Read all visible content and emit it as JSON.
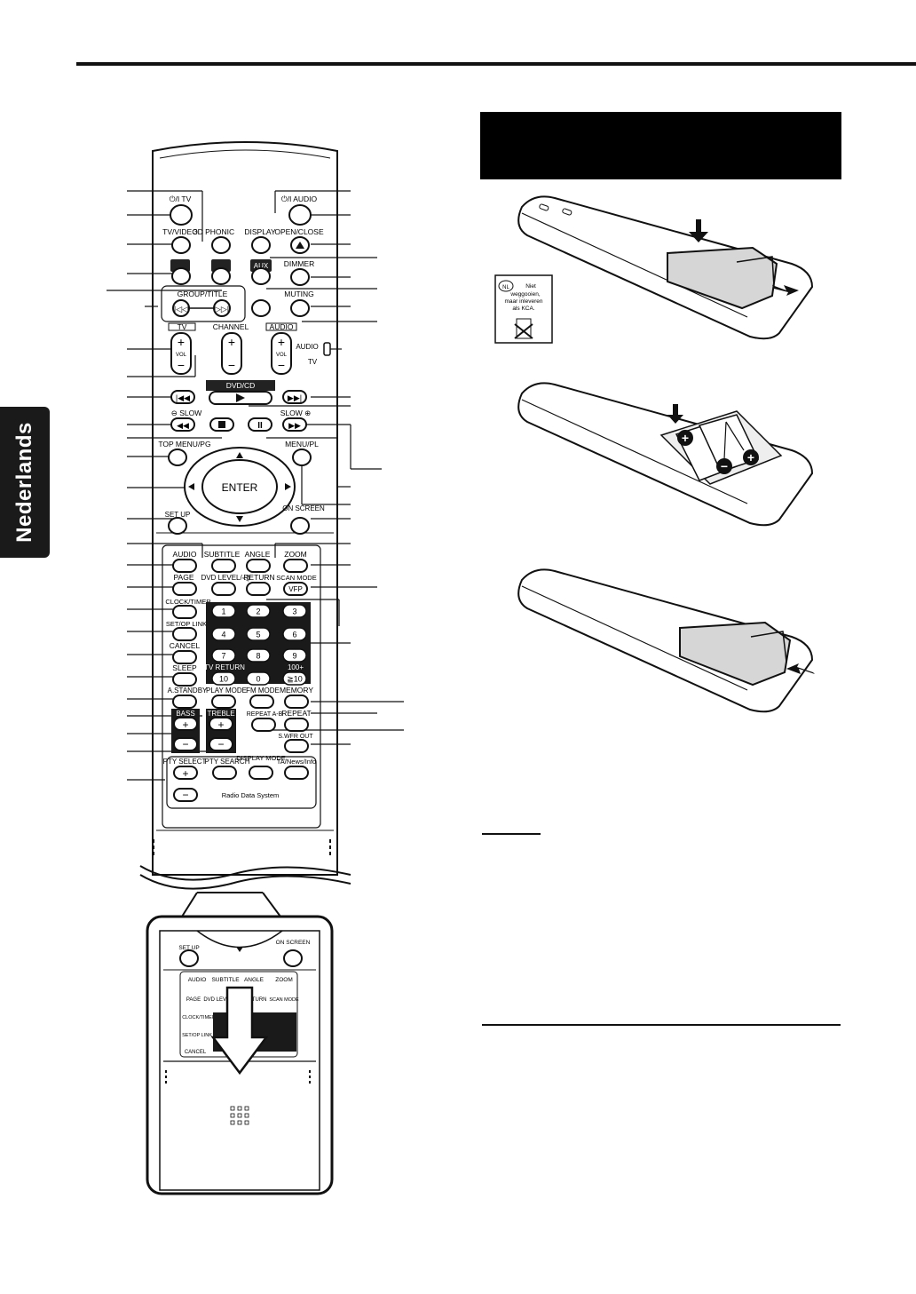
{
  "sidebar": {
    "language": "Nederlands"
  },
  "remote": {
    "row1": {
      "power_tv": "⏻/I TV",
      "power_audio": "⏻/I AUDIO"
    },
    "row2": {
      "tv_video": "TV/VIDEO",
      "phonic": "3D PHONIC",
      "display": "DISPLAY",
      "open_close": "OPEN/CLOSE"
    },
    "row3": {
      "aux": "AUX",
      "dimmer": "DIMMER"
    },
    "row4": {
      "group_title": "GROUP/TITLE",
      "muting": "MUTING"
    },
    "volume": {
      "tv": "TV",
      "channel": "CHANNEL",
      "audio": "AUDIO",
      "vol": "VOL",
      "switch_audio": "AUDIO",
      "switch_tv": "TV"
    },
    "transport": {
      "dvd_cd": "DVD/CD",
      "slow_minus": "⊖ SLOW",
      "slow_plus": "SLOW ⊕"
    },
    "nav": {
      "top_menu": "TOP MENU/PG",
      "menu_pl": "MENU/PL",
      "enter": "ENTER",
      "set_up": "SET UP",
      "on_screen": "ON SCREEN"
    },
    "grid1": {
      "audio": "AUDIO",
      "subtitle": "SUBTITLE",
      "angle": "ANGLE",
      "zoom": "ZOOM"
    },
    "grid2": {
      "page": "PAGE",
      "dvd_level": "DVD LEVEL/◁)",
      "return": "RETURN",
      "scan_mode": "SCAN MODE",
      "vfp": "VFP"
    },
    "left_col": {
      "clock_timer": "CLOCK/TIMER",
      "set_op_link": "SET/OP LINK",
      "cancel": "CANCEL",
      "sleep": "SLEEP",
      "a_standby": "A.STANDBY"
    },
    "numpad": {
      "keys": [
        "1",
        "2",
        "3",
        "4",
        "5",
        "6",
        "7",
        "8",
        "9",
        "10",
        "0",
        "≧10"
      ],
      "tv_return": "TV RETURN",
      "plus100": "100+"
    },
    "modes": {
      "play_mode": "PLAY MODE",
      "fm_mode": "FM MODE",
      "memory": "MEMORY"
    },
    "tone": {
      "bass": "BASS",
      "treble": "TREBLE",
      "repeat_ab": "REPEAT A-B",
      "repeat": "REPEAT",
      "swfr_out": "S.WFR OUT"
    },
    "rds": {
      "pty_select": "PTY SELECT",
      "pty_search": "PTY SEARCH",
      "display_mode": "DISPLAY MODE",
      "ta_news": "TA/News/Info",
      "label": "Radio Data System"
    }
  },
  "battery_notice": {
    "badge": "NL",
    "line1": "Niet",
    "line2": "weggooien,",
    "line3": "maar inleveren",
    "line4": "als KCA."
  }
}
